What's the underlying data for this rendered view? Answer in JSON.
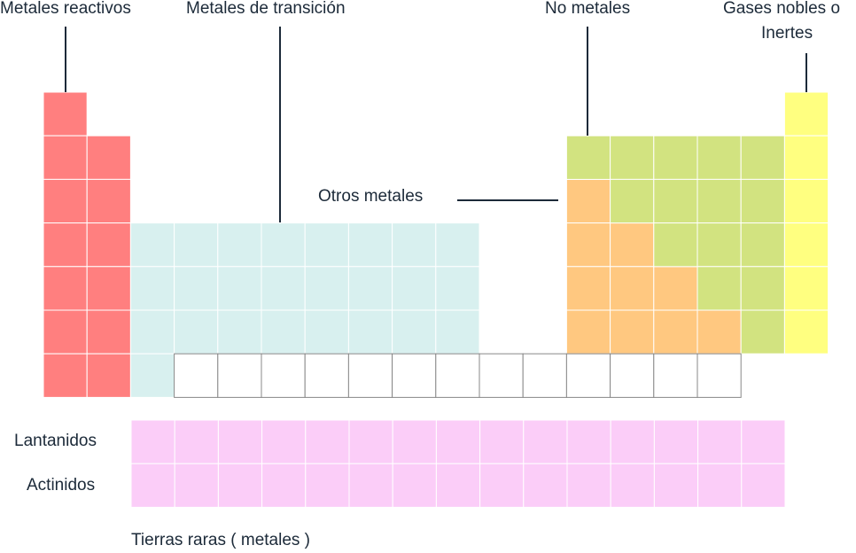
{
  "labels": {
    "reactive_metals": "Metales reactivos",
    "transition_metals": "Metales de transición",
    "nonmetals": "No metales",
    "noble_gases_line1": "Gases nobles o",
    "noble_gases_line2": "Inertes",
    "other_metals": "Otros metales",
    "lanthanides": "Lantanidos",
    "actinides": "Actinidos",
    "rare_earths": "Tierras raras ( metales )"
  },
  "colors": {
    "reactive_metals": "#ff7f7f",
    "transition_metals": "#d8f0ef",
    "nonmetals": "#d2e380",
    "other_metals": "#ffc880",
    "noble_gases": "#ffff80",
    "rare_earths": "#fbcdf8",
    "empty_cell": "#ffffff",
    "empty_cell_border": "#888888",
    "grid_line": "#ffffff",
    "leader_line": "#1c2a39",
    "text": "#1c2a39"
  },
  "table": {
    "columns": 18,
    "rows": 7,
    "rare_earth_rows": 2,
    "rare_earth_columns": 15,
    "groups": [
      {
        "key": "reactive_metals",
        "cells": [
          [
            1,
            1
          ],
          [
            2,
            1
          ],
          [
            2,
            2
          ],
          [
            3,
            1
          ],
          [
            3,
            2
          ],
          [
            4,
            1
          ],
          [
            4,
            2
          ],
          [
            5,
            1
          ],
          [
            5,
            2
          ],
          [
            6,
            1
          ],
          [
            6,
            2
          ],
          [
            7,
            1
          ],
          [
            7,
            2
          ]
        ]
      },
      {
        "key": "transition_metals",
        "cells": [
          [
            4,
            3
          ],
          [
            4,
            4
          ],
          [
            4,
            5
          ],
          [
            4,
            6
          ],
          [
            4,
            7
          ],
          [
            4,
            8
          ],
          [
            4,
            9
          ],
          [
            4,
            10
          ],
          [
            5,
            3
          ],
          [
            5,
            4
          ],
          [
            5,
            5
          ],
          [
            5,
            6
          ],
          [
            5,
            7
          ],
          [
            5,
            8
          ],
          [
            5,
            9
          ],
          [
            5,
            10
          ],
          [
            6,
            3
          ],
          [
            6,
            4
          ],
          [
            6,
            5
          ],
          [
            6,
            6
          ],
          [
            6,
            7
          ],
          [
            6,
            8
          ],
          [
            6,
            9
          ],
          [
            6,
            10
          ],
          [
            7,
            3
          ]
        ]
      },
      {
        "key": "other_metals",
        "cells": [
          [
            3,
            13
          ],
          [
            4,
            13
          ],
          [
            4,
            14
          ],
          [
            5,
            13
          ],
          [
            5,
            14
          ],
          [
            5,
            15
          ],
          [
            6,
            13
          ],
          [
            6,
            14
          ],
          [
            6,
            15
          ],
          [
            6,
            16
          ]
        ]
      },
      {
        "key": "nonmetals",
        "cells": [
          [
            2,
            13
          ],
          [
            2,
            14
          ],
          [
            2,
            15
          ],
          [
            2,
            16
          ],
          [
            2,
            17
          ],
          [
            3,
            14
          ],
          [
            3,
            15
          ],
          [
            3,
            16
          ],
          [
            3,
            17
          ],
          [
            4,
            15
          ],
          [
            4,
            16
          ],
          [
            4,
            17
          ],
          [
            5,
            16
          ],
          [
            5,
            17
          ],
          [
            6,
            17
          ]
        ]
      },
      {
        "key": "noble_gases",
        "cells": [
          [
            1,
            18
          ],
          [
            2,
            18
          ],
          [
            3,
            18
          ],
          [
            4,
            18
          ],
          [
            5,
            18
          ],
          [
            6,
            18
          ]
        ]
      },
      {
        "key": "empty_cell",
        "cells": [
          [
            7,
            4
          ],
          [
            7,
            5
          ],
          [
            7,
            6
          ],
          [
            7,
            7
          ],
          [
            7,
            8
          ],
          [
            7,
            9
          ],
          [
            7,
            10
          ],
          [
            7,
            11
          ],
          [
            7,
            12
          ],
          [
            7,
            13
          ],
          [
            7,
            14
          ],
          [
            7,
            15
          ],
          [
            7,
            16
          ]
        ]
      }
    ]
  }
}
